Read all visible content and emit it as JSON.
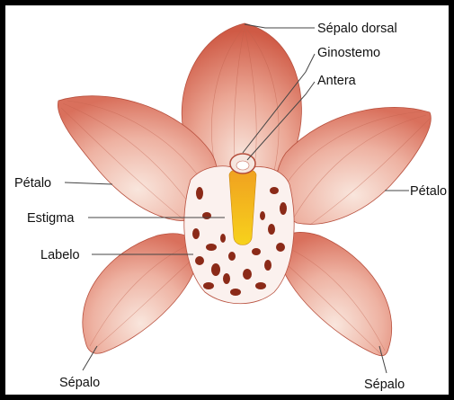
{
  "labels": {
    "sepalo_dorsal": "Sépalo dorsal",
    "ginostemo": "Ginostemo",
    "antera": "Antera",
    "petalo_left": "Pétalo",
    "petalo_right": "Pétalo",
    "estigma": "Estigma",
    "labelo": "Labelo",
    "sepalo_left": "Sépalo",
    "sepalo_right": "Sépalo"
  },
  "colors": {
    "frame": "#000000",
    "background": "#ffffff",
    "petal_light": "#f7dcd2",
    "petal_mid": "#e69a88",
    "petal_dark": "#c8503c",
    "lip_spot": "#8b2a18",
    "column": "#f2c21a",
    "leader": "#444444"
  }
}
